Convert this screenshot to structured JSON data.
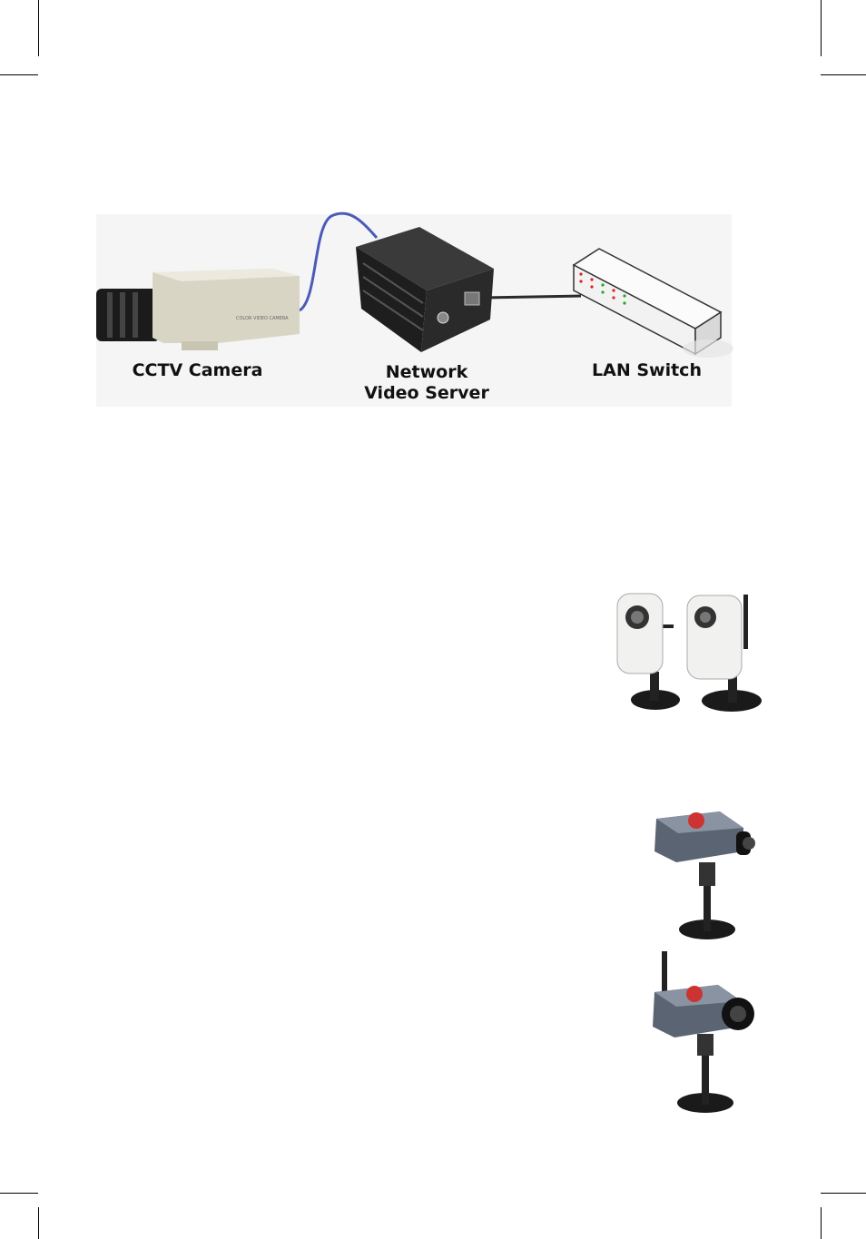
{
  "diagram": {
    "nodes": [
      {
        "id": "cctv",
        "label_lines": [
          "CCTV Camera"
        ]
      },
      {
        "id": "server",
        "label_lines": [
          "Network",
          "Video Server"
        ]
      },
      {
        "id": "switch",
        "label_lines": [
          "LAN Switch"
        ]
      }
    ],
    "edges": [
      {
        "from": "cctv",
        "to": "server",
        "color": "#4a5bb8"
      },
      {
        "from": "server",
        "to": "switch",
        "color": "#2a2a2a"
      }
    ]
  },
  "colors": {
    "cable_blue": "#4a5bb8",
    "cable_black": "#2a2a2a",
    "camera_body": "#d9d5c5",
    "server_body": "#1e1e1e",
    "switch_body": "#f2f2f2"
  }
}
